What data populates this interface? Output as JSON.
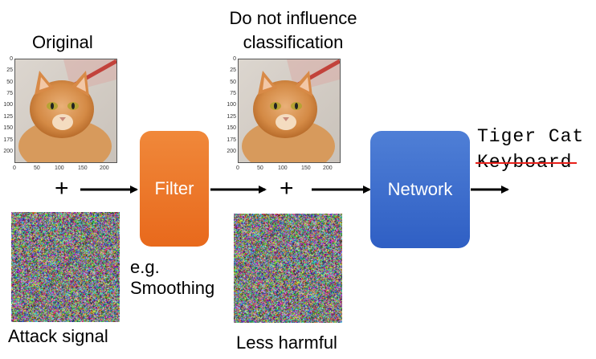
{
  "labels": {
    "original": "Original",
    "do_not_influence_line1": "Do not influence",
    "do_not_influence_line2": "classification",
    "attack_signal": "Attack signal",
    "less_harmful": "Less harmful",
    "eg": "e.g.",
    "smoothing": "Smoothing",
    "plus": "+"
  },
  "boxes": {
    "filter": "Filter",
    "network": "Network"
  },
  "outputs": {
    "correct": "Tiger Cat",
    "wrong": "Keyboard"
  },
  "axes": {
    "y_ticks": [
      "0",
      "25",
      "50",
      "75",
      "100",
      "125",
      "150",
      "175",
      "200"
    ],
    "x_ticks": [
      "0",
      "50",
      "100",
      "150",
      "200"
    ]
  },
  "colors": {
    "filter": "#e8691c",
    "network": "#2f5fc4",
    "strike": "#e8201a"
  }
}
